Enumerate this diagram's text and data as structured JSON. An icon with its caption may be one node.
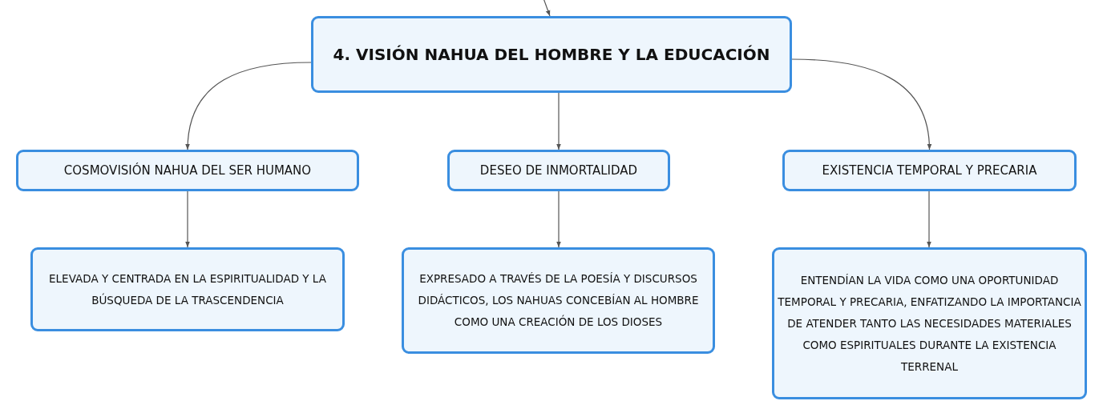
{
  "diagram": {
    "nodes": [
      {
        "text": [
          "4. VISIÓN NAHUA DEL HOMBRE Y LA EDUCACIÓN"
        ]
      },
      {
        "text": [
          "COSMOVISIÓN NAHUA DEL SER HUMANO"
        ]
      },
      {
        "text": [
          "DESEO DE INMORTALIDAD"
        ]
      },
      {
        "text": [
          "EXISTENCIA TEMPORAL Y PRECARIA"
        ]
      },
      {
        "text": [
          "ELEVADA Y CENTRADA EN LA ESPIRITUALIDAD Y LA BÚSQUEDA DE LA TRASCENDENCIA"
        ]
      },
      {
        "text": [
          "EXPRESADO A TRAVÉS DE LA POESÍA Y DISCURSOS DIDÁCTICOS, LOS NAHUAS CONCEBÍAN AL HOMBRE COMO UNA CREACIÓN DE LOS DIOSES"
        ]
      },
      {
        "text": [
          "ENTENDÍAN LA VIDA COMO UNA OPORTUNIDAD TEMPORAL Y PRECARIA, ENFATIZANDO LA IMPORTANCIA DE ATENDER TANTO LAS NECESIDADES MATERIALES COMO ESPIRITUALES DURANTE LA EXISTENCIA TERRENAL"
        ]
      }
    ],
    "edges": [
      {
        "from": null,
        "to": 0,
        "arrow": "to"
      },
      {
        "from": 0,
        "to": 1,
        "arrow": "to"
      },
      {
        "from": 0,
        "to": 2,
        "arrow": "to"
      },
      {
        "from": 0,
        "to": 3,
        "arrow": "to"
      },
      {
        "from": 1,
        "to": 4,
        "arrow": "to"
      },
      {
        "from": 2,
        "to": 5,
        "arrow": "to"
      },
      {
        "from": 3,
        "to": 6,
        "arrow": "to"
      }
    ]
  }
}
